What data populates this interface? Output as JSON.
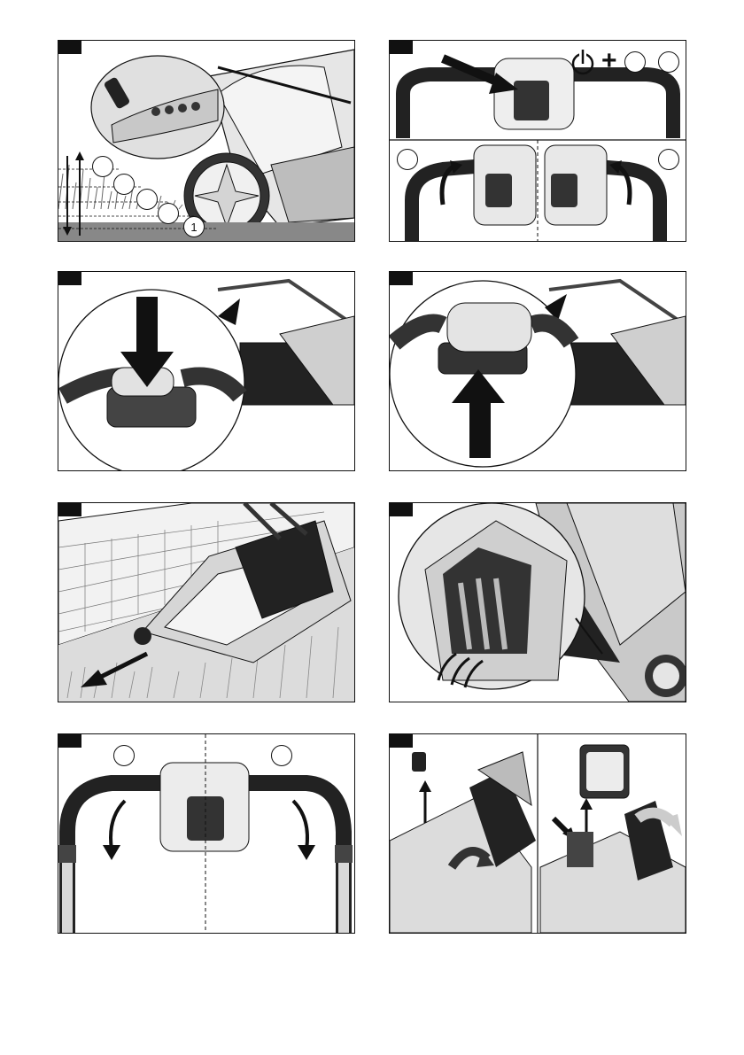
{
  "panels": [
    {
      "name": "cutting-height-panel",
      "icon": "lawnmower-height-adjust-lever",
      "callouts": [
        "1"
      ]
    },
    {
      "name": "power-on-panel",
      "icon": "power-icon",
      "symbol": "+"
    },
    {
      "name": "safety-lever-press-panel",
      "icon": "down-arrow"
    },
    {
      "name": "safety-lever-release-panel",
      "icon": "up-arrow"
    },
    {
      "name": "mowing-along-wall-panel",
      "icon": "direction-arrow"
    },
    {
      "name": "grass-box-flap-panel",
      "icon": "airflow-arrows"
    },
    {
      "name": "handle-fold-panel",
      "icon": "curved-arrows"
    },
    {
      "name": "battery-removal-panel",
      "icon": "battery-icon"
    }
  ],
  "colors": {
    "ink": "#111111",
    "mid_gray": "#9a9a9a",
    "light_gray": "#d9d9d9",
    "dark_gray": "#555555"
  }
}
